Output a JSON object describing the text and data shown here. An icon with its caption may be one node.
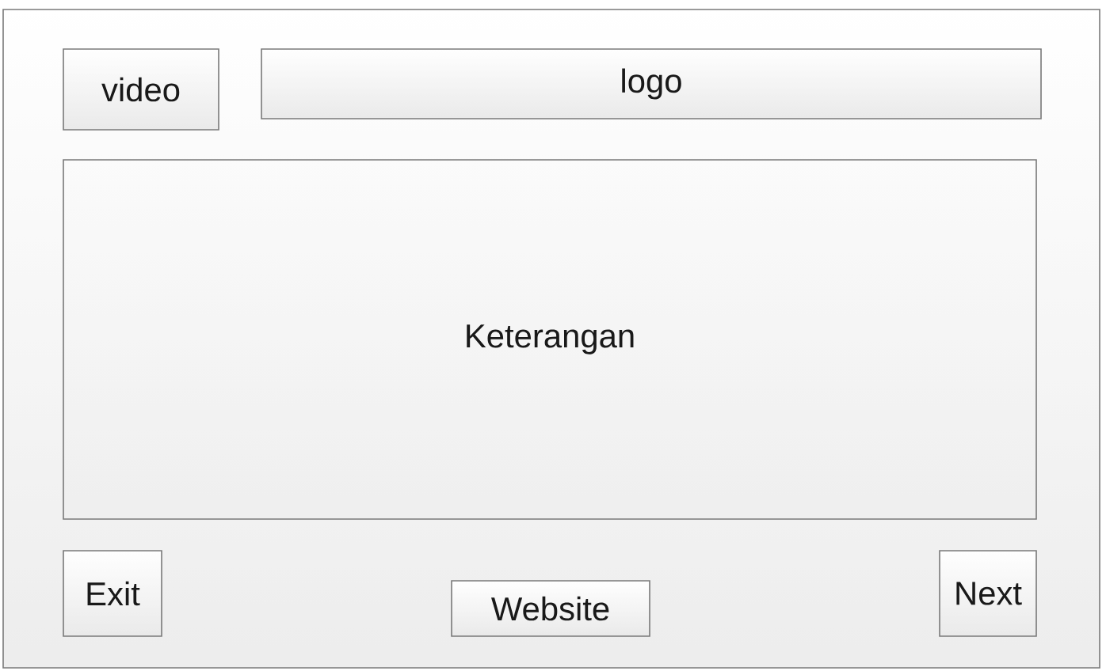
{
  "diagram": {
    "nodes": [
      {
        "text": [],
        "shape": "box"
      },
      {
        "text": [
          "video"
        ],
        "in": 0
      },
      {
        "text": [
          "logo"
        ],
        "in": 0
      },
      {
        "text": [
          "Keterangan"
        ],
        "in": 0
      },
      {
        "text": [
          "Exit"
        ],
        "in": 0
      },
      {
        "text": [
          "Website"
        ],
        "in": 0
      },
      {
        "text": [
          "Next"
        ],
        "in": 0
      }
    ]
  }
}
